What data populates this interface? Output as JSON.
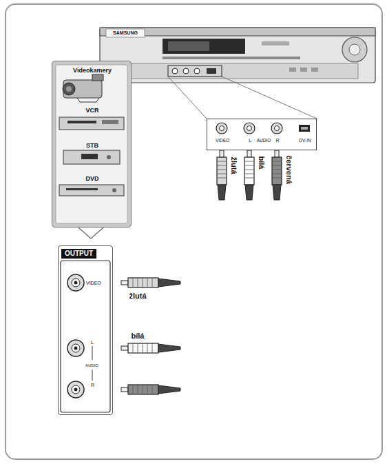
{
  "diagram": {
    "nodes": [
      {
        "text": [
          "VIDEO",
          "L",
          "AUDIO",
          "R",
          "DV-IN"
        ]
      },
      {
        "text": [
          "Videokamery",
          "VCR",
          "STB",
          "DVD"
        ]
      },
      {
        "text": [
          "OUTPUT",
          "VIDEO",
          "L",
          "AUDIO",
          "R"
        ]
      }
    ],
    "edges": [
      {
        "from": 0,
        "to": 2,
        "arrow": "to"
      },
      {
        "from": 0,
        "to": 2,
        "arrow": "to"
      },
      {
        "from": 0,
        "to": 2,
        "arrow": "to"
      },
      {
        "from": 1,
        "to": 2,
        "arrow": "none"
      }
    ],
    "labels": [
      "SAMSUNG",
      "žlutá",
      "bílá",
      "červená",
      "žlutá",
      "bílá"
    ]
  }
}
